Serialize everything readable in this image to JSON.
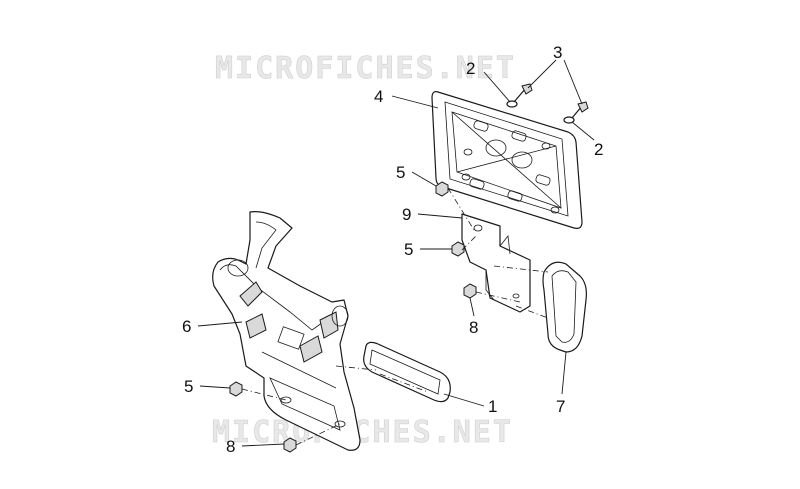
{
  "watermark": {
    "text": "MICROFICHES.NET"
  },
  "callouts": [
    {
      "id": "c1",
      "label": "1"
    },
    {
      "id": "c2a",
      "label": "2"
    },
    {
      "id": "c2b",
      "label": "2"
    },
    {
      "id": "c3",
      "label": "3"
    },
    {
      "id": "c4",
      "label": "4"
    },
    {
      "id": "c5a",
      "label": "5"
    },
    {
      "id": "c5b",
      "label": "5"
    },
    {
      "id": "c5c",
      "label": "5"
    },
    {
      "id": "c6",
      "label": "6"
    },
    {
      "id": "c7",
      "label": "7"
    },
    {
      "id": "c8a",
      "label": "8"
    },
    {
      "id": "c8b",
      "label": "8"
    },
    {
      "id": "c9",
      "label": "9"
    }
  ]
}
